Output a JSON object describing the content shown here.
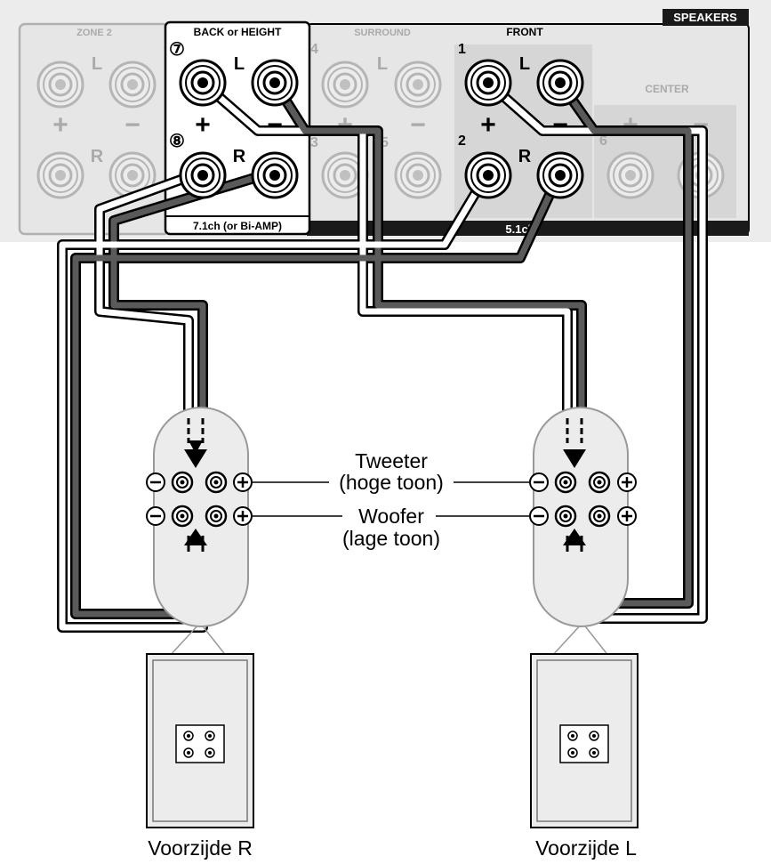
{
  "panel": {
    "zone2_label": "ZONE 2",
    "back_label": "BACK or HEIGHT",
    "surround_label": "SURROUND",
    "front_label": "FRONT",
    "center_label": "CENTER",
    "speakers_label": "SPEAKERS",
    "bi_amp_label": "7.1ch (or Bi-AMP)",
    "ch51_label": "5.1ch",
    "marker_7": "⑦",
    "marker_8": "⑧",
    "marker_4": "4",
    "marker_1": "1",
    "marker_2": "2",
    "marker_3": "3",
    "marker_5": "5",
    "marker_6": "6",
    "left_letter": "L",
    "right_letter": "R",
    "plus_sign": "+",
    "minus_sign": "−"
  },
  "speaker_labels": {
    "tweeter": "Tweeter",
    "tweeter_sub": "(hoge toon)",
    "woofer": "Woofer",
    "woofer_sub": "(lage toon)",
    "front_right": "Voorzijde R",
    "front_left": "Voorzijde L"
  },
  "colors": {
    "panel_fill": "#ececec",
    "panel_stroke": "#aaaaaa",
    "section_fill": "#e6e6e6",
    "dark_bar": "#1a1a1a",
    "wire_dark": "#5a5a5a",
    "wire_light": "#ffffff",
    "terminal_outline": "#000000"
  }
}
